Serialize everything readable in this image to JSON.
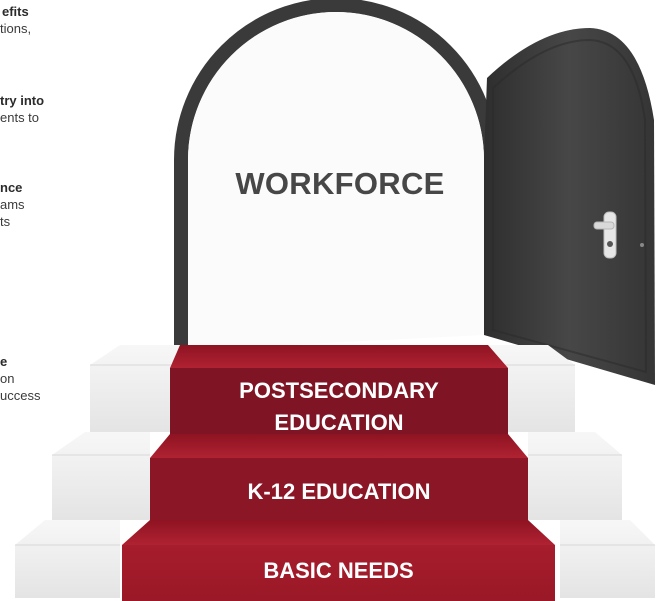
{
  "side_notes": [
    {
      "bold": "efits",
      "lines": [
        "tions,"
      ]
    },
    {
      "bold": "try into",
      "lines": [
        "ents to"
      ]
    },
    {
      "bold": "nce",
      "lines": [
        "ams",
        "ts"
      ]
    },
    {
      "bold": "e",
      "lines": [
        "on",
        "uccess"
      ]
    }
  ],
  "door": {
    "label": "WORKFORCE"
  },
  "steps": [
    {
      "line1": "POSTSECONDARY",
      "line2": "EDUCATION"
    },
    {
      "line1": "K-12 EDUCATION"
    },
    {
      "line1": "BASIC NEEDS"
    }
  ],
  "colors": {
    "step_red": "#a51d2c",
    "step_red_dark": "#7a1020",
    "step_red_top": "#8f1525",
    "door_dark": "#3b3b3b",
    "stone_white": "#f2f2f2"
  }
}
